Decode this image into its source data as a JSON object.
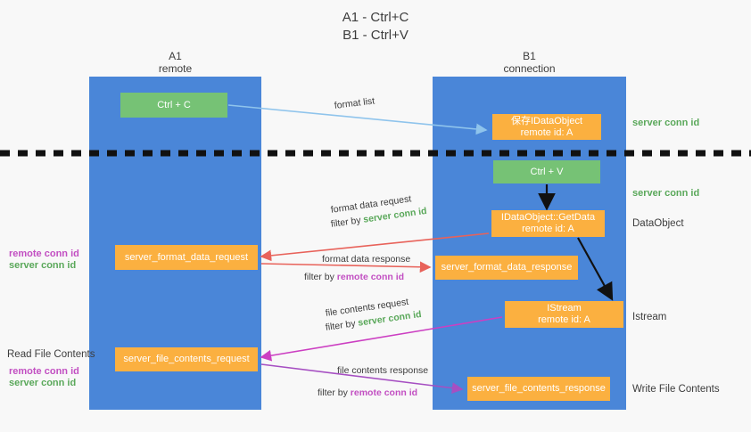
{
  "title": "A1 - Ctrl+C\nB1 - Ctrl+V",
  "lanes": [
    {
      "name": "A1",
      "sub": "remote",
      "header": "A1\nremote"
    },
    {
      "name": "B1",
      "sub": "connection",
      "header": "B1\nconnection"
    }
  ],
  "boxes": {
    "ctrl_c": "Ctrl + C",
    "ctrl_v": "Ctrl + V",
    "idataobject": "保存IDataObject\nremote id: A",
    "getdata": "IDataObject::GetData\nremote id: A",
    "server_format_data_request": "server_format_data_request",
    "server_format_data_response": "server_format_data_response",
    "istream": "IStream\nremote id: A",
    "server_file_contents_request": "server_file_contents_request",
    "server_file_contents_response": "server_file_contents_response"
  },
  "right_labels": {
    "server_conn_id_top": "server conn id",
    "server_conn_id_mid": "server conn id",
    "dataobject": "DataObject",
    "istream": "Istream",
    "write_file_contents": "Write File Contents"
  },
  "left_labels": {
    "remote_conn_id_1": "remote conn id",
    "server_conn_id_1": "server conn id",
    "read_file_contents": "Read File Contents",
    "remote_conn_id_2": "remote conn id",
    "server_conn_id_2": "server conn id"
  },
  "edges": {
    "format_list": "format list",
    "format_data_request": "format data request",
    "format_data_request_filter_prefix": "filter by ",
    "format_data_request_filter_value": "server conn id",
    "format_data_response": "format data response",
    "format_data_response_filter_prefix": "filter by ",
    "format_data_response_filter_value": "remote conn id",
    "file_contents_request": "file contents request",
    "file_contents_request_filter_prefix": "filter by ",
    "file_contents_request_filter_value": "server conn id",
    "file_contents_response": "file contents response",
    "file_contents_response_filter_prefix": "filter by ",
    "file_contents_response_filter_value": "remote conn id"
  },
  "colors": {
    "lane": "#4a86d8",
    "green_box": "#76c275",
    "orange_box": "#fbb040",
    "green_text": "#5aa85a",
    "purple_text": "#c24fc2",
    "arrow_light_blue": "#8fc4ec",
    "arrow_red": "#e8625a",
    "arrow_magenta": "#cc3fc2",
    "arrow_purple": "#a64fc2",
    "arrow_black": "#111111",
    "divider": "#111111",
    "background": "#f8f8f8"
  }
}
